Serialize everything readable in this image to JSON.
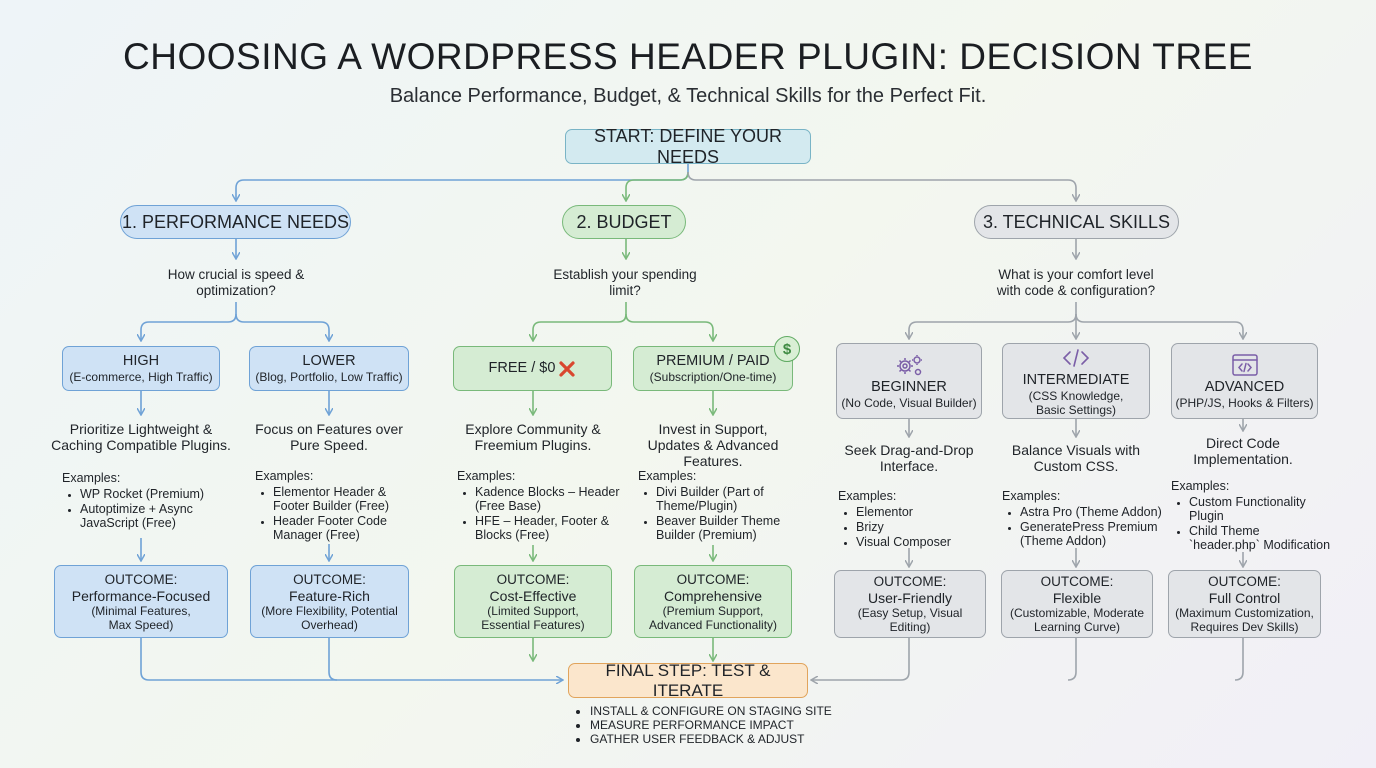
{
  "title": "CHOOSING A WORDPRESS HEADER PLUGIN: DECISION TREE",
  "subtitle": "Balance Performance, Budget, & Technical Skills for the Perfect Fit.",
  "start": "START: DEFINE YOUR NEEDS",
  "colors": {
    "blue_fill": "#cfe2f5",
    "blue_line": "#6fa2d6",
    "green_fill": "#d5ecd3",
    "green_line": "#79b97a",
    "gray_fill": "#e3e5e8",
    "gray_line": "#9ea4ab",
    "final_fill": "#fbe6cc",
    "final_line": "#e1a45c"
  },
  "performance": {
    "label": "1. PERFORMANCE NEEDS",
    "question": "How crucial is speed & optimization?",
    "high": {
      "title": "HIGH",
      "sub": "(E-commerce, High Traffic)",
      "desc": "Prioritize Lightweight & Caching Compatible Plugins.",
      "examples_label": "Examples:",
      "examples": [
        "WP Rocket (Premium)",
        "Autoptimize + Async JavaScript (Free)"
      ],
      "outcome_label": "OUTCOME:",
      "outcome": "Performance-Focused",
      "outcome_note": "(Minimal Features, Max Speed)"
    },
    "lower": {
      "title": "LOWER",
      "sub": "(Blog, Portfolio, Low Traffic)",
      "desc": "Focus on Features over Pure Speed.",
      "examples_label": "Examples:",
      "examples": [
        "Elementor Header & Footer Builder (Free)",
        "Header Footer Code Manager (Free)"
      ],
      "outcome_label": "OUTCOME:",
      "outcome": "Feature-Rich",
      "outcome_note": "(More Flexibility, Potential Overhead)"
    }
  },
  "budget": {
    "label": "2. BUDGET",
    "question": "Establish your spending limit?",
    "free": {
      "title": "FREE / $0",
      "icon": "cross-mark-icon",
      "desc": "Explore Community & Freemium Plugins.",
      "examples_label": "Examples:",
      "examples": [
        "Kadence Blocks – Header (Free Base)",
        "HFE – Header, Footer & Blocks (Free)"
      ],
      "outcome_label": "OUTCOME:",
      "outcome": "Cost-Effective",
      "outcome_note": "(Limited Support, Essential Features)"
    },
    "premium": {
      "title": "PREMIUM / PAID",
      "sub": "(Subscription/One-time)",
      "badge": "$",
      "desc": "Invest in Support, Updates & Advanced Features.",
      "examples_label": "Examples:",
      "examples": [
        "Divi Builder (Part of Theme/Plugin)",
        "Beaver Builder Theme Builder (Premium)"
      ],
      "outcome_label": "OUTCOME:",
      "outcome": "Comprehensive",
      "outcome_note": "(Premium Support, Advanced Functionality)"
    }
  },
  "skills": {
    "label": "3. TECHNICAL SKILLS",
    "question": "What is your comfort level with code & configuration?",
    "beginner": {
      "title": "BEGINNER",
      "sub": "(No Code, Visual Builder)",
      "icon": "gears-icon",
      "desc": "Seek Drag-and-Drop Interface.",
      "examples_label": "Examples:",
      "examples": [
        "Elementor",
        "Brizy",
        "Visual Composer"
      ],
      "outcome_label": "OUTCOME:",
      "outcome": "User-Friendly",
      "outcome_note": "(Easy Setup, Visual Editing)"
    },
    "intermediate": {
      "title": "INTERMEDIATE",
      "sub": "(CSS Knowledge, Basic Settings)",
      "icon": "code-brackets-icon",
      "desc": "Balance Visuals with Custom CSS.",
      "examples_label": "Examples:",
      "examples": [
        "Astra Pro (Theme Addon)",
        "GeneratePress Premium (Theme Addon)"
      ],
      "outcome_label": "OUTCOME:",
      "outcome": "Flexible",
      "outcome_note": "(Customizable, Moderate Learning Curve)"
    },
    "advanced": {
      "title": "ADVANCED",
      "sub": "(PHP/JS, Hooks & Filters)",
      "icon": "code-window-icon",
      "desc": "Direct Code Implementation.",
      "examples_label": "Examples:",
      "examples": [
        "Custom Functionality Plugin",
        "Child Theme `header.php` Modification"
      ],
      "outcome_label": "OUTCOME:",
      "outcome": "Full Control",
      "outcome_note": "(Maximum Customization, Requires Dev Skills)"
    }
  },
  "final": {
    "label": "FINAL STEP: TEST & ITERATE",
    "steps": [
      "INSTALL & CONFIGURE ON STAGING SITE",
      "MEASURE PERFORMANCE IMPACT",
      "GATHER USER FEEDBACK & ADJUST"
    ]
  }
}
